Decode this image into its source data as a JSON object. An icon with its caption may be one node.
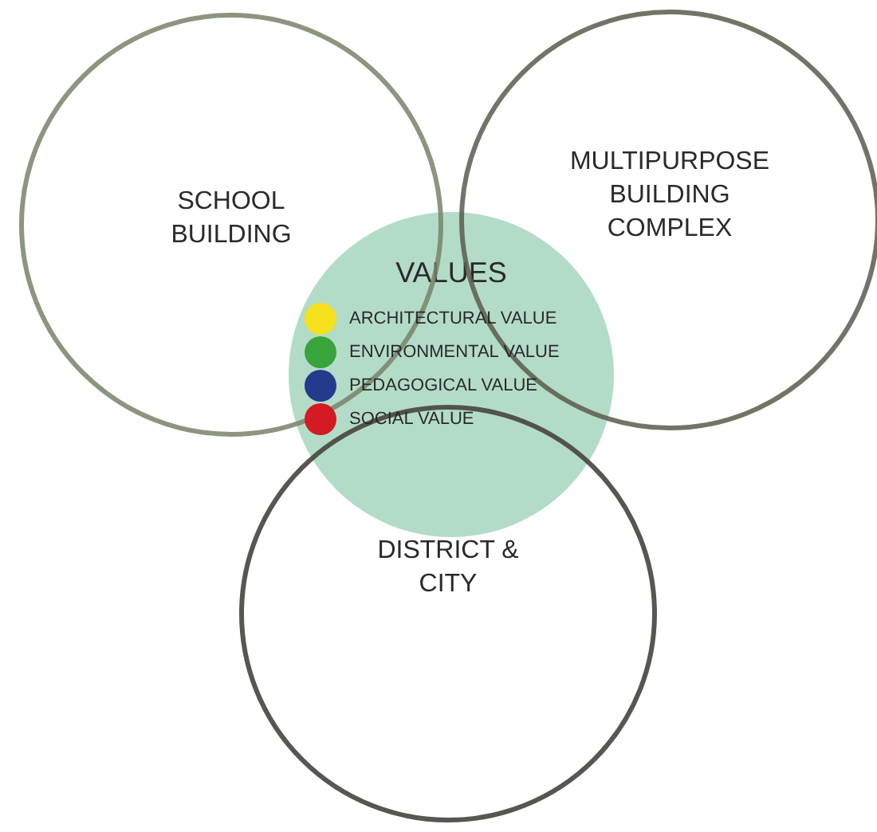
{
  "diagram": {
    "nodes": [
      {
        "text": [
          "SCHOOL BUILDING"
        ]
      },
      {
        "text": [
          "MULTIPURPOSE BUILDING COMPLEX"
        ]
      },
      {
        "text": [
          "DISTRICT & CITY"
        ]
      },
      {
        "text": [
          "VALUES"
        ]
      }
    ],
    "edges": [],
    "legend": [
      {
        "text": "ARCHITECTURAL VALUE",
        "color": "#f5e11c"
      },
      {
        "text": "ENVIRONMENTAL VALUE",
        "color": "#3aa43c"
      },
      {
        "text": "PEDAGOGICAL VALUE",
        "color": "#243a8c"
      },
      {
        "text": "SOCIAL VALUE",
        "color": "#d41a22"
      }
    ]
  }
}
